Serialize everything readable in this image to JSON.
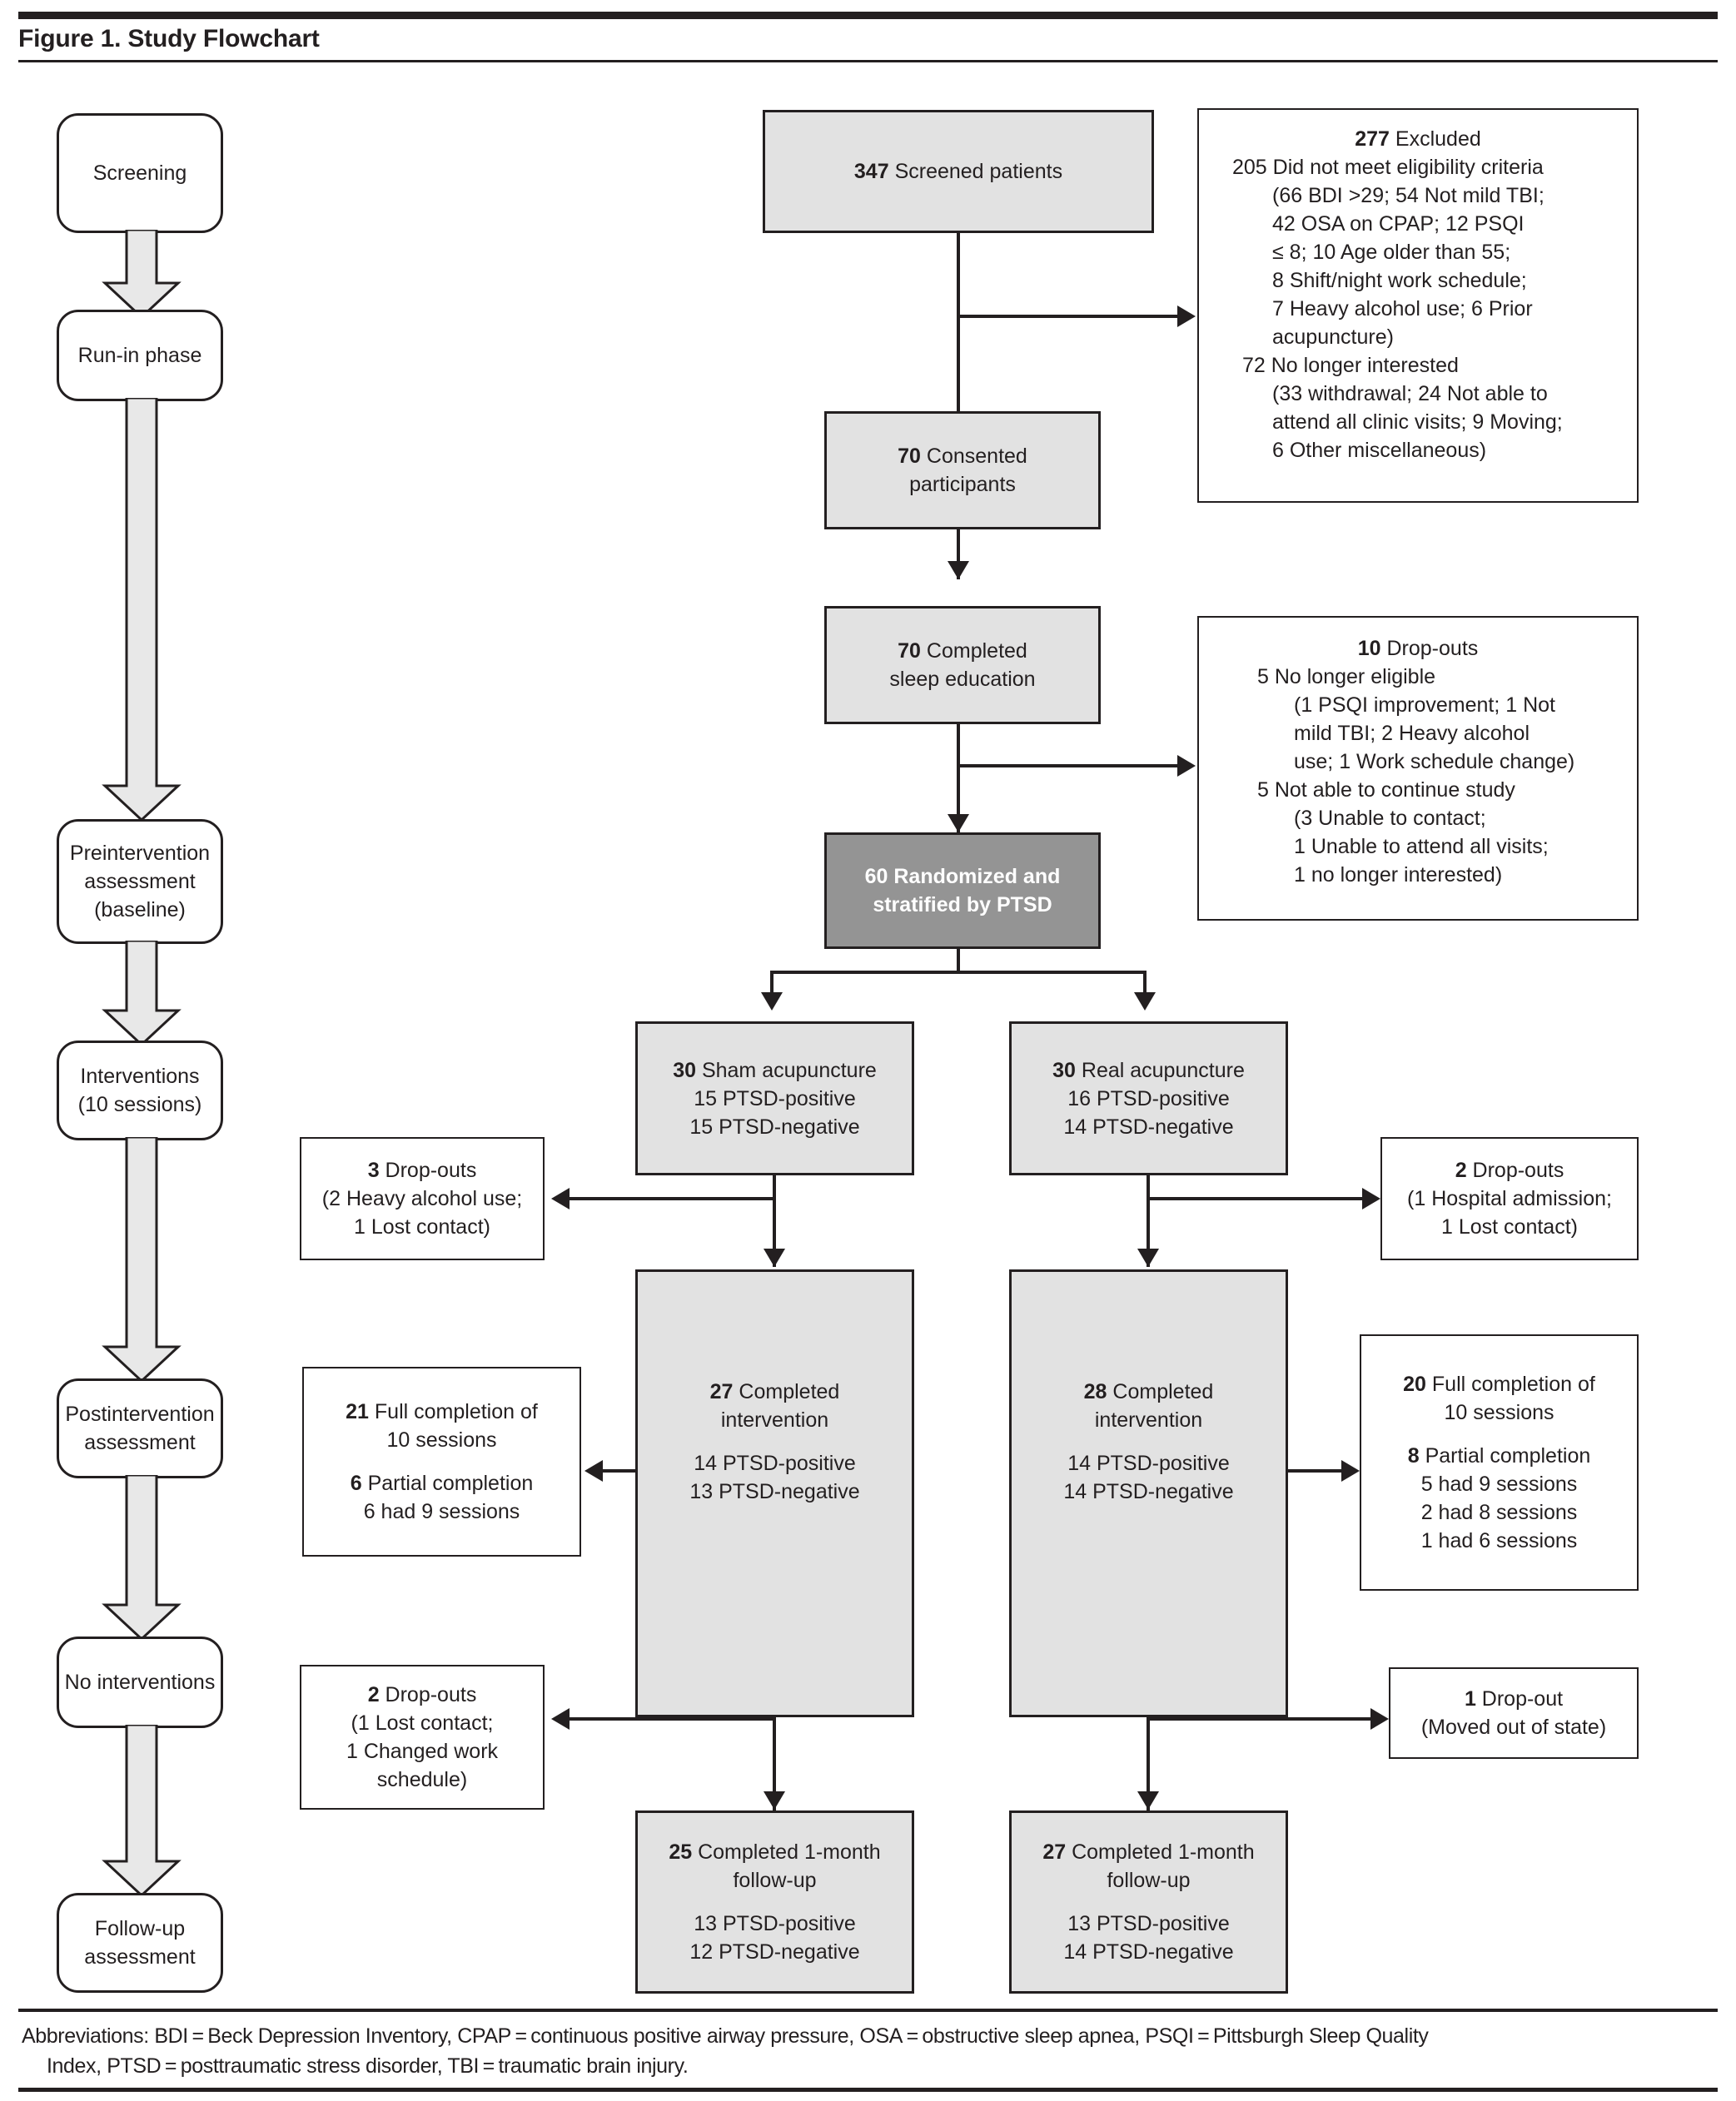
{
  "figure": {
    "title": "Figure 1. Study Flowchart",
    "abbreviations_line1": "Abbreviations: BDI = Beck Depression Inventory, CPAP = continuous positive airway pressure, OSA = obstructive sleep apnea, PSQI = Pittsburgh Sleep Quality",
    "abbreviations_line2": "Index, PTSD = posttraumatic stress disorder, TBI = traumatic brain injury."
  },
  "colors": {
    "ink": "#231f20",
    "shaded_box": "#e2e2e2",
    "randomized_box": "#949494",
    "white_box": "#ffffff"
  },
  "stages": [
    {
      "label": "Screening"
    },
    {
      "label": "Run-in phase"
    },
    {
      "label_line1": "Preintervention",
      "label_line2": "assessment",
      "label_line3": "(baseline)"
    },
    {
      "label_line1": "Interventions",
      "label_line2": "(10 sessions)"
    },
    {
      "label_line1": "Postintervention",
      "label_line2": "assessment"
    },
    {
      "label": "No interventions"
    },
    {
      "label_line1": "Follow-up",
      "label_line2": "assessment"
    }
  ],
  "flow": {
    "screened": {
      "count": "347",
      "label": "Screened patients"
    },
    "excluded": {
      "heading_count": "277",
      "heading_label": "Excluded",
      "lines": [
        "205 Did not meet eligibility criteria",
        "(66  BDI >29; 54 Not mild TBI;",
        "42 OSA on CPAP; 12 PSQI",
        "≤ 8; 10 Age older than 55;",
        "8 Shift/night work schedule;",
        "7 Heavy alcohol use; 6 Prior",
        "acupuncture)",
        "72 No longer interested",
        "(33 withdrawal; 24 Not able to",
        "attend all clinic visits; 9 Moving;",
        "6 Other miscellaneous)"
      ]
    },
    "consented": {
      "count": "70",
      "label_line1": "Consented",
      "label_line2": "participants"
    },
    "sleep_education": {
      "count": "70",
      "label_line1": "Completed",
      "label_line2": "sleep education"
    },
    "dropouts_run_in": {
      "heading_count": "10",
      "heading_label": "Drop-outs",
      "lines": [
        "5 No longer eligible",
        "(1  PSQI improvement; 1 Not",
        "mild TBI; 2 Heavy alcohol",
        "use; 1 Work schedule change)",
        "5 Not able to continue study",
        "(3 Unable to contact;",
        "1 Unable to attend all visits;",
        "1 no longer interested)"
      ]
    },
    "randomized": {
      "line1": "60 Randomized and",
      "line2": "stratified by PTSD"
    },
    "arm_sham": {
      "count": "30",
      "label": "Sham acupuncture",
      "ptsd_positive": "15 PTSD-positive",
      "ptsd_negative": "15 PTSD-negative"
    },
    "arm_real": {
      "count": "30",
      "label": "Real acupuncture",
      "ptsd_positive": "16 PTSD-positive",
      "ptsd_negative": "14 PTSD-negative"
    },
    "dropouts_sham_intervention": {
      "heading_count": "3",
      "heading_label": "Drop-outs",
      "lines": [
        "(2 Heavy alcohol use;",
        "1 Lost contact)"
      ]
    },
    "dropouts_real_intervention": {
      "heading_count": "2",
      "heading_label": "Drop-outs",
      "lines": [
        "(1 Hospital admission;",
        "1 Lost contact)"
      ]
    },
    "completed_sham": {
      "count": "27",
      "label_line1": "Completed",
      "label_line2": "intervention",
      "ptsd_positive": "14 PTSD-positive",
      "ptsd_negative": "13 PTSD-negative"
    },
    "completed_real": {
      "count": "28",
      "label_line1": "Completed",
      "label_line2": "intervention",
      "ptsd_positive": "14 PTSD-positive",
      "ptsd_negative": "14 PTSD-negative"
    },
    "sessions_sham": {
      "full_count": "21",
      "full_label_line1": "Full completion of",
      "full_label_line2": "10 sessions",
      "partial_count": "6",
      "partial_label": "Partial completion",
      "partial_detail": [
        "6 had 9 sessions"
      ]
    },
    "sessions_real": {
      "full_count": "20",
      "full_label_line1": "Full  completion of",
      "full_label_line2": "10 sessions",
      "partial_count": "8",
      "partial_label": "Partial completion",
      "partial_detail": [
        "5 had 9 sessions",
        "2 had 8 sessions",
        "1 had 6 sessions"
      ]
    },
    "dropouts_sham_followup": {
      "heading_count": "2",
      "heading_label": "Drop-outs",
      "lines": [
        "(1 Lost contact;",
        "1 Changed work",
        "schedule)"
      ]
    },
    "dropouts_real_followup": {
      "heading_count": "1",
      "heading_label": "Drop-out",
      "lines": [
        "(Moved out of state)"
      ]
    },
    "followup_sham": {
      "count": "25",
      "label_line1": "Completed 1-month",
      "label_line2": "follow-up",
      "ptsd_positive": "13 PTSD-positive",
      "ptsd_negative": "12 PTSD-negative"
    },
    "followup_real": {
      "count": "27",
      "label_line1": "Completed 1-month",
      "label_line2": "follow-up",
      "ptsd_positive": "13  PTSD-positive",
      "ptsd_negative": "14  PTSD-negative"
    }
  }
}
